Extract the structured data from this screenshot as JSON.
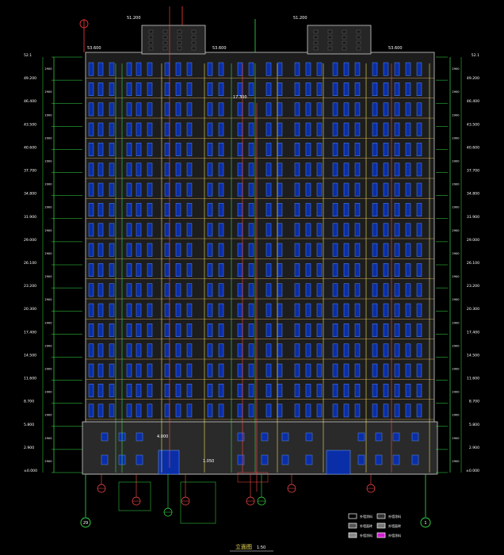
{
  "drawing": {
    "caption": "立面图",
    "scale": "1:50",
    "axis_left": "29",
    "axis_right": "1",
    "top_tags": [
      "51.200",
      "51.200",
      "53.600",
      "53.600",
      "53.600"
    ],
    "left_levels": [
      "52.1",
      "49.200",
      "46.400",
      "43.500",
      "40.600",
      "37.700",
      "34.800",
      "31.900",
      "29.000",
      "26.100",
      "23.200",
      "20.300",
      "17.400",
      "14.500",
      "11.600",
      "8.700",
      "5.800",
      "2.900",
      "±0.000"
    ],
    "right_levels": [
      "52.1",
      "49.200",
      "46.400",
      "43.500",
      "40.600",
      "37.700",
      "34.800",
      "31.900",
      "29.000",
      "26.100",
      "23.200",
      "20.300",
      "17.400",
      "14.500",
      "11.600",
      "8.700",
      "5.800",
      "2.900",
      "±0.000"
    ],
    "floor_height": "2900",
    "mid_tags": [
      "4.000",
      "1.050",
      "17.300"
    ],
    "legend_labels": [
      "外墙涂料",
      "外墙面砖",
      "外墙涂料",
      "外墙涂料",
      "外墙面砖",
      "外墙涂料"
    ]
  }
}
